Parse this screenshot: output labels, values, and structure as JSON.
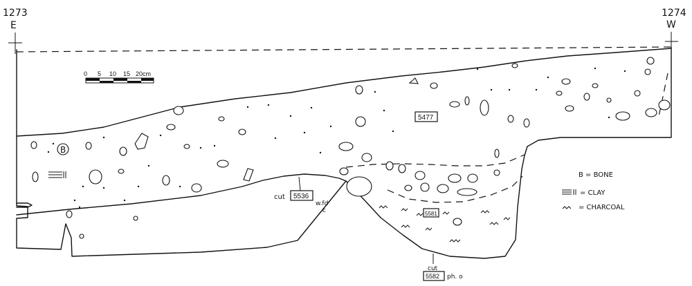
{
  "datums": {
    "left_number": "1273",
    "left_letter": "E",
    "right_number": "1274",
    "right_letter": "W"
  },
  "scale_bar": {
    "ticks": [
      "0",
      "5",
      "10",
      "15",
      "20cm"
    ]
  },
  "contexts": {
    "upper_fill": "5477",
    "lower_fill": "5581",
    "cut_left_prefix": "cut",
    "cut_left": "5536",
    "cut_left_note": "w.fd",
    "cut_left_note2": "c",
    "cut_bottom_prefix": "cut",
    "cut_bottom": "5582",
    "cut_bottom_note": "ph. o"
  },
  "legend": {
    "bone": "B = BONE",
    "clay": "= CLAY",
    "charcoal": "= CHARCOAL"
  },
  "marks": {
    "bone_symbol": "B"
  },
  "colors": {
    "ink": "#111111",
    "paper": "#ffffff"
  }
}
